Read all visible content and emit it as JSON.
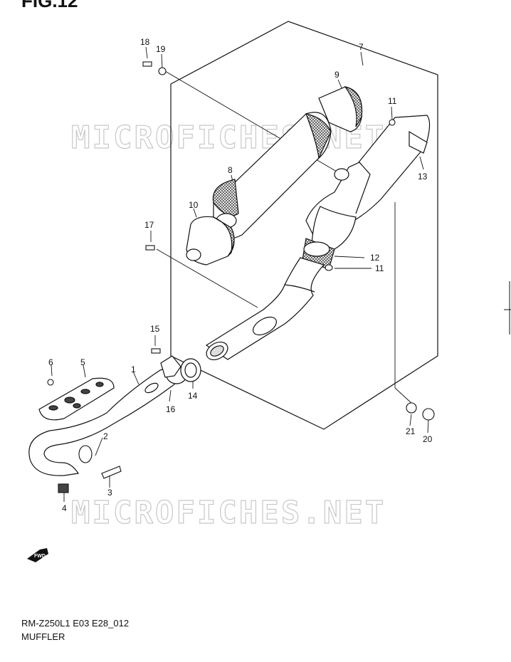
{
  "figure": {
    "title": "FIG.12",
    "code": "RM-Z250L1 E03 E28_012",
    "name": "MUFFLER"
  },
  "watermark": {
    "top": "MICROFICHES.NET",
    "bottom": "MICROFICHES.NET"
  },
  "direction_badge": "FWD",
  "callouts": {
    "c1": "1",
    "c2": "2",
    "c3": "3",
    "c4": "4",
    "c5": "5",
    "c6": "6",
    "c7": "7",
    "c8": "8",
    "c9": "9",
    "c10": "10",
    "c11a": "11",
    "c11b": "11",
    "c12": "12",
    "c13": "13",
    "c14": "14",
    "c15": "15",
    "c16": "16",
    "c17": "17",
    "c18": "18",
    "c19": "19",
    "c20": "20",
    "c21": "21"
  }
}
